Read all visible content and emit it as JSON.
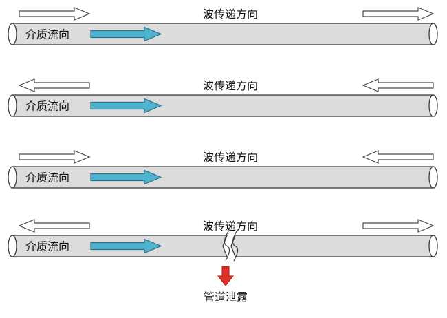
{
  "colors": {
    "pipe_fill": "#dcdcdc",
    "pipe_stroke": "#3a3a3a",
    "flow_arrow": "#4eb3cf",
    "leak_arrow": "#e0302a"
  },
  "panels": [
    {
      "wave_label": "波传递方向",
      "flow_label": "介质流向",
      "left_wave_dir": "right",
      "right_wave_dir": "right",
      "leak": false
    },
    {
      "wave_label": "波传递方向",
      "flow_label": "介质流向",
      "left_wave_dir": "left",
      "right_wave_dir": "left",
      "leak": false
    },
    {
      "wave_label": "波传递方向",
      "flow_label": "介质流向",
      "left_wave_dir": "right",
      "right_wave_dir": "left",
      "leak": false
    },
    {
      "wave_label": "波传递方向",
      "flow_label": "介质流向",
      "left_wave_dir": "left",
      "right_wave_dir": "right",
      "leak": true
    }
  ],
  "leak_label": "管道泄露"
}
